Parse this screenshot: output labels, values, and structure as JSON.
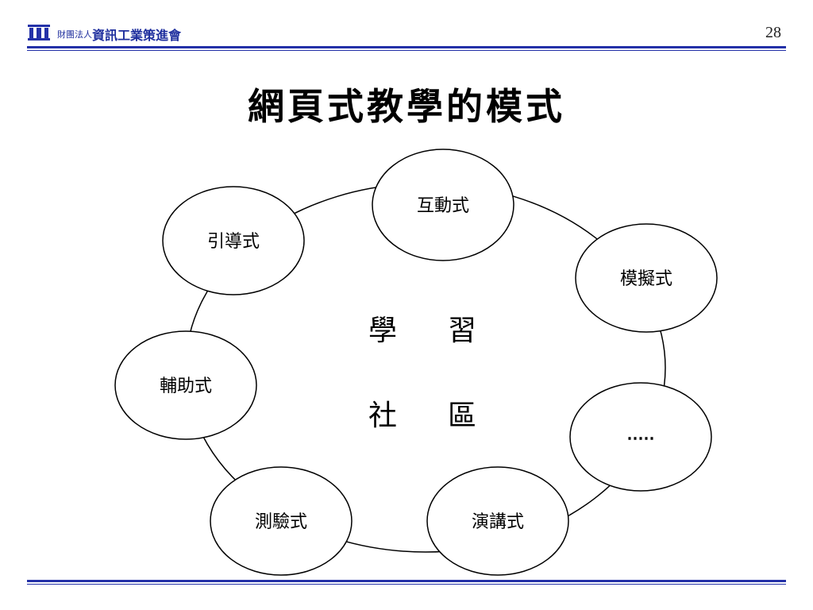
{
  "header": {
    "org_small": "財團法人",
    "org_name": "資訊工業策進會",
    "page_number": "28",
    "accent_color": "#2431a8"
  },
  "title": "網頁式教學的模式",
  "diagram": {
    "center": {
      "line1_a": "學",
      "line1_b": "習",
      "line2_a": "社",
      "line2_b": "區"
    },
    "nodes": [
      {
        "id": "interactive",
        "label": "互動式"
      },
      {
        "id": "simulation",
        "label": "模擬式"
      },
      {
        "id": "more",
        "label": "‧‧‧‧‧"
      },
      {
        "id": "lecture",
        "label": "演講式"
      },
      {
        "id": "test",
        "label": "測驗式"
      },
      {
        "id": "assist",
        "label": "輔助式"
      },
      {
        "id": "guided",
        "label": "引導式"
      }
    ]
  }
}
